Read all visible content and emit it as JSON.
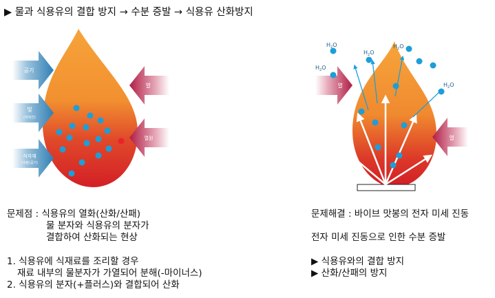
{
  "title": "▶ 물과 식용유의 결합 방지 → 수분 증발 → 식용유 산화방지",
  "left_diagram": {
    "arrows_in_left": [
      {
        "label": "공기",
        "sub": ""
      },
      {
        "label": "빛",
        "sub": "(자외선)"
      },
      {
        "label": "식자재",
        "sub": "(수분/공기)"
      }
    ],
    "arrows_in_right": [
      {
        "label": "열"
      },
      {
        "label": "열원"
      }
    ]
  },
  "right_diagram": {
    "arrow_in_left": {
      "label": "열"
    },
    "arrow_in_right": {
      "label": "열"
    },
    "molecule_label": {
      "main": "H",
      "sub": "2",
      "tail": "O"
    }
  },
  "problem": {
    "label": "문제점 : 식용유의 열화(산화/산패)",
    "line2": "물 분자와 식용유의 분자가",
    "line3": "결합하여 산화되는 현상",
    "item1": "1. 식용유에 식재료를 조리할 경우",
    "item1_detail": "재료 내부의 물분자가 가열되어 분해(-마이너스)",
    "item2": "2. 식용유의 분자(+플러스)와 결합되어 산화"
  },
  "solution": {
    "label": "문제해결 : 바이브 맛봉의 전자 미세 진동",
    "line2": "전자 미세 진동으로 인한 수분 증발",
    "bullet1": "▶ 식용유와의 결합 방지",
    "bullet2": "▶ 산화/산패의 방지"
  },
  "colors": {
    "blue_arrow": "#2f7fb4",
    "red_arrow": "#b01d45",
    "flame_top": "#f39a2e",
    "flame_bottom": "#d41f26",
    "dot_blue": "#1d9ed9",
    "dot_red": "#e8242b"
  }
}
